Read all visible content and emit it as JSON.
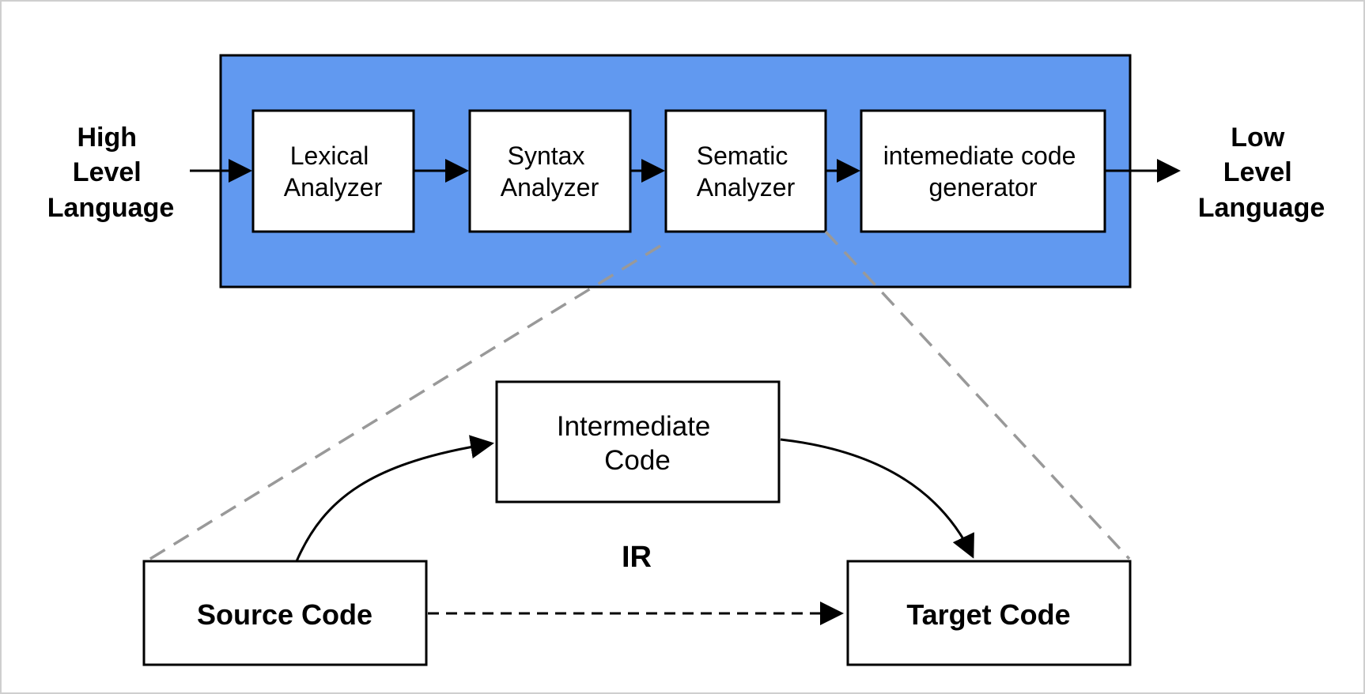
{
  "pipeline": {
    "input_label": [
      "High",
      "Level",
      "Language"
    ],
    "output_label": [
      "Low",
      "Level",
      "Language"
    ],
    "stages": [
      {
        "lines": [
          "Lexical",
          "Analyzer"
        ]
      },
      {
        "lines": [
          "Syntax",
          "Analyzer"
        ]
      },
      {
        "lines": [
          "Sematic",
          "Analyzer"
        ]
      },
      {
        "lines": [
          "intemediate code",
          "generator"
        ]
      }
    ]
  },
  "detail": {
    "intermediate": [
      "Intermediate",
      "Code"
    ],
    "ir_label": "IR",
    "source": "Source Code",
    "target": "Target Code"
  },
  "colors": {
    "pipeline_fill": "#6199F0",
    "stroke": "#000000",
    "zoom_line": "#999999"
  }
}
